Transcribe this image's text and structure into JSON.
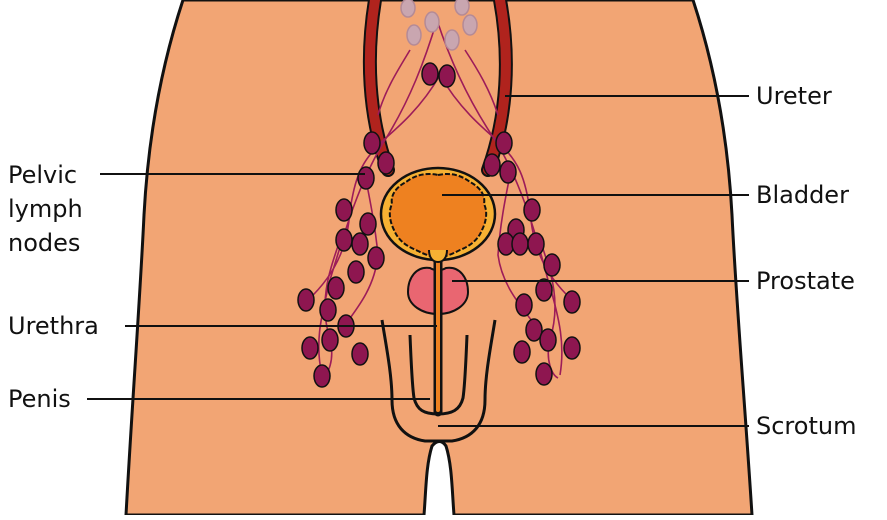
{
  "labels": {
    "pelvic_lymph_nodes": [
      "Pelvic",
      "lymph",
      "nodes"
    ],
    "urethra": "Urethra",
    "penis": "Penis",
    "ureter": "Ureter",
    "bladder": "Bladder",
    "prostate": "Prostate",
    "scrotum": "Scrotum"
  },
  "colors": {
    "skin": "#f2a574",
    "outline": "#111111",
    "ureter": "#b0231d",
    "bladder_wall": "#f6b133",
    "bladder_inner": "#ee8120",
    "prostate": "#e96671",
    "lymph_node": "#8e1650",
    "lymph_vessel": "#9d1c59",
    "urethra": "#ee8120"
  }
}
